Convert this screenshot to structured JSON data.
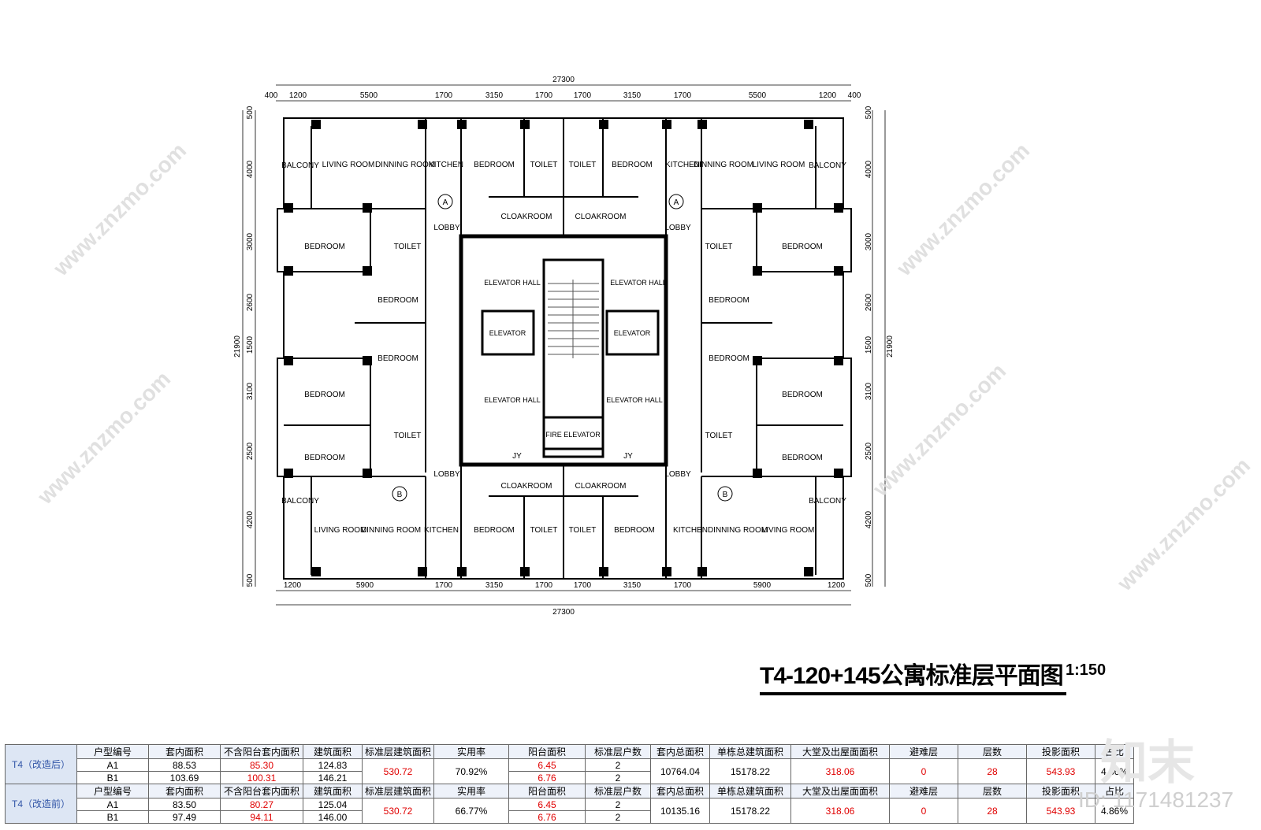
{
  "plan": {
    "dims_top": [
      "400",
      "1200",
      "5500",
      "1700",
      "3150",
      "1700",
      "1700",
      "3150",
      "1700",
      "5500",
      "1200",
      "400"
    ],
    "total_top": "27300",
    "dims_bottom": [
      "1200",
      "5900",
      "1700",
      "3150",
      "1700",
      "1700",
      "3150",
      "1700",
      "5900",
      "1200"
    ],
    "total_bottom": "27300",
    "dims_left": [
      "500",
      "4000",
      "3000",
      "2600",
      "1500",
      "3100",
      "2500",
      "4200",
      "500"
    ],
    "total_left": "21900",
    "dims_right": [
      "500",
      "4000",
      "3000",
      "2600",
      "1500",
      "3100",
      "2500",
      "4200",
      "500"
    ],
    "total_right": "21900",
    "rooms": {
      "balcony": "BALCONY",
      "living_room": "LIVING ROOM",
      "dinning_room": "DINNING ROOM",
      "kitchen": "KITCHEN",
      "bedroom": "BEDROOM",
      "toilet": "TOILET",
      "cloakroom": "CLOAKROOM",
      "lobby": "LOBBY",
      "elevator_hall": "ELEVATOR HALL",
      "elevator": "ELEVATOR",
      "fire_elevator": "FIRE ELEVATOR",
      "jy": "JY"
    },
    "unit_a": "A",
    "unit_b": "B"
  },
  "title": "T4-120+145公寓标准层平面图",
  "scale": "1:150",
  "watermark": "www.znzmo.com",
  "brand_logo": "知末",
  "brand_id": "ID: 1171481237",
  "table": {
    "headers": [
      "户型编号",
      "套内面积",
      "不含阳台套内面积",
      "建筑面积",
      "标准层建筑面积",
      "实用率",
      "阳台面积",
      "标准层户数",
      "套内总面积",
      "单栋总建筑面积",
      "大堂及出屋面面积",
      "避难层",
      "层数",
      "投影面积",
      "占比"
    ],
    "groups": [
      {
        "label": "T4（改造后）",
        "rows": [
          {
            "type": "A1",
            "inner": "88.53",
            "no_balcony": "85.30",
            "building": "124.83",
            "balcony": "6.45",
            "units": "2"
          },
          {
            "type": "B1",
            "inner": "103.69",
            "no_balcony": "100.31",
            "building": "146.21",
            "balcony": "6.76",
            "units": "2"
          }
        ],
        "floor_area": "530.72",
        "usage": "70.92%",
        "total_inner": "10764.04",
        "total_building": "15178.22",
        "lobby_roof": "318.06",
        "refuge": "0",
        "floors": "28",
        "projection": "543.93",
        "ratio": "4.86%"
      },
      {
        "label": "T4（改造前）",
        "rows": [
          {
            "type": "A1",
            "inner": "83.50",
            "no_balcony": "80.27",
            "building": "125.04",
            "balcony": "6.45",
            "units": "2"
          },
          {
            "type": "B1",
            "inner": "97.49",
            "no_balcony": "94.11",
            "building": "146.00",
            "balcony": "6.76",
            "units": "2"
          }
        ],
        "floor_area": "530.72",
        "usage": "66.77%",
        "total_inner": "10135.16",
        "total_building": "15178.22",
        "lobby_roof": "318.06",
        "refuge": "0",
        "floors": "28",
        "projection": "543.93",
        "ratio": "4.86%"
      }
    ]
  },
  "colors": {
    "red_value": "#e00000",
    "group_blue": "#3256a8",
    "group_bg": "#dde6f4"
  }
}
